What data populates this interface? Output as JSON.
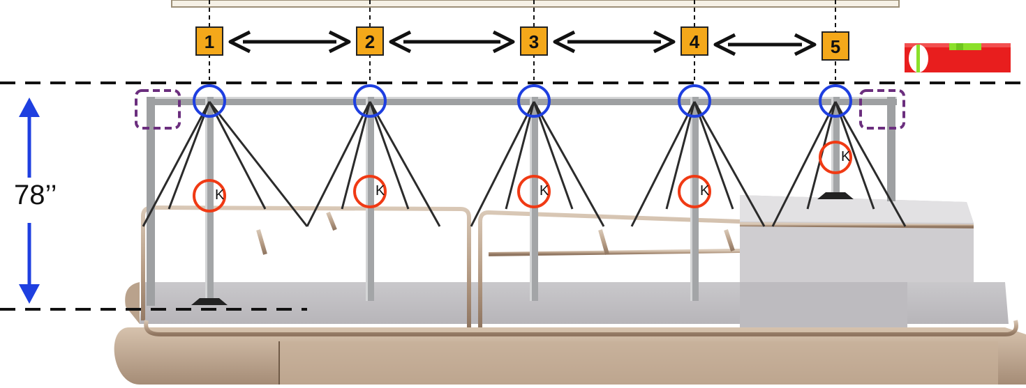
{
  "posts": [
    {
      "label": "1",
      "marker": "K"
    },
    {
      "label": "2",
      "marker": "K"
    },
    {
      "label": "3",
      "marker": "K"
    },
    {
      "label": "4",
      "marker": "K"
    },
    {
      "label": "5",
      "marker": "K"
    }
  ],
  "height": {
    "label": "78’’"
  },
  "colors": {
    "post_box": "#F4A81A",
    "corner_circle": "#1E3FE0",
    "k_circle": "#F03A14",
    "corner_bracket": "#6B2E7E",
    "height_arrow": "#1E3FE0",
    "level_body": "#E81E1E",
    "level_bubble": "#8BE02A"
  },
  "icons": [
    "double-arrow",
    "level-icon",
    "dashed-guide-line"
  ]
}
